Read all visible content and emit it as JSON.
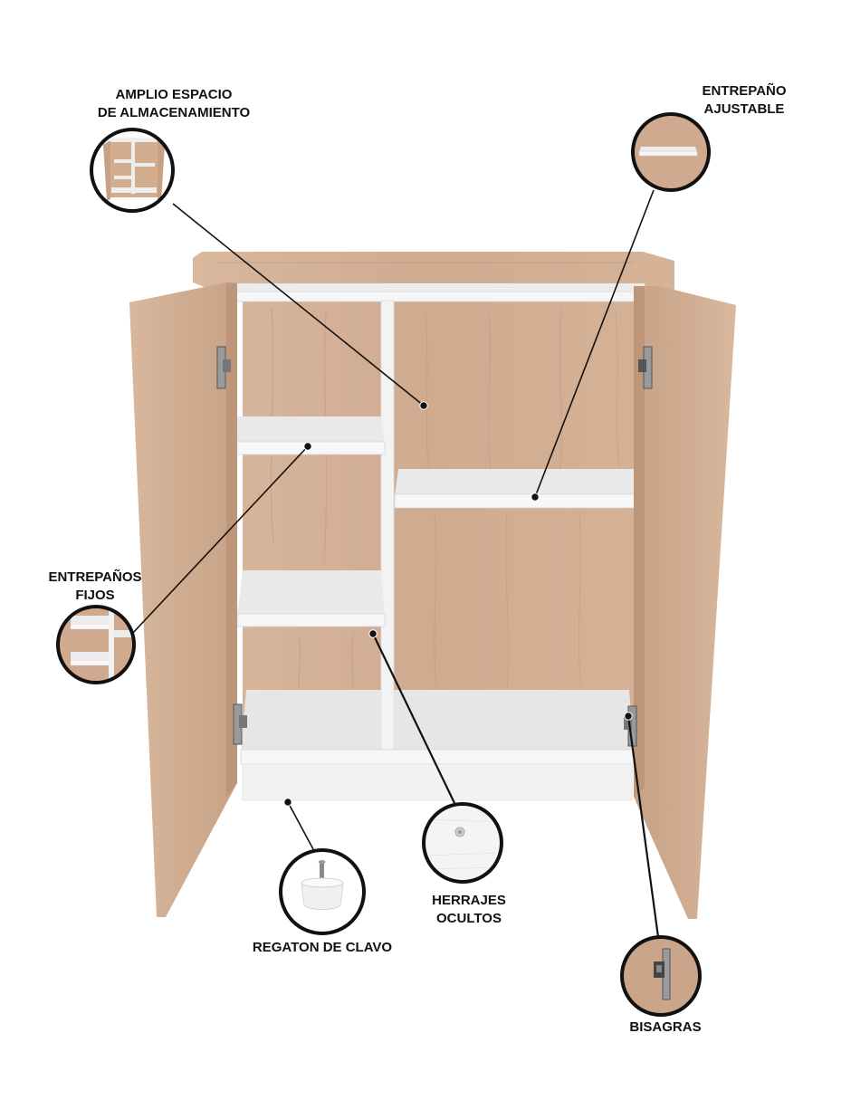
{
  "callouts": {
    "storage": {
      "line1": "AMPLIO ESPACIO",
      "line2": "DE ALMACENAMIENTO",
      "thumbnail": "cabinet-thumbnail"
    },
    "adjustable_shelf": {
      "line1": "ENTREPAÑO",
      "line2": "AJUSTABLE",
      "thumbnail": "shelf-thumbnail"
    },
    "fixed_shelves": {
      "line1": "ENTREPAÑOS",
      "line2": "FIJOS",
      "thumbnail": "fixed-shelves-thumbnail"
    },
    "nail_glide": {
      "label": "REGATON DE CLAVO",
      "thumbnail": "nail-glide-icon"
    },
    "hidden_hardware": {
      "line1": "HERRAJES",
      "line2": "OCULTOS",
      "thumbnail": "cam-lock-icon"
    },
    "hinges": {
      "label": "BISAGRAS",
      "thumbnail": "hinge-icon"
    }
  },
  "colors": {
    "wood": "#d6b49a",
    "wood_dark": "#c49e82",
    "wood_back": "#cfa98c",
    "shelf_white": "#eeeeee",
    "shelf_edge": "#f7f7f7",
    "outline": "#111111"
  }
}
